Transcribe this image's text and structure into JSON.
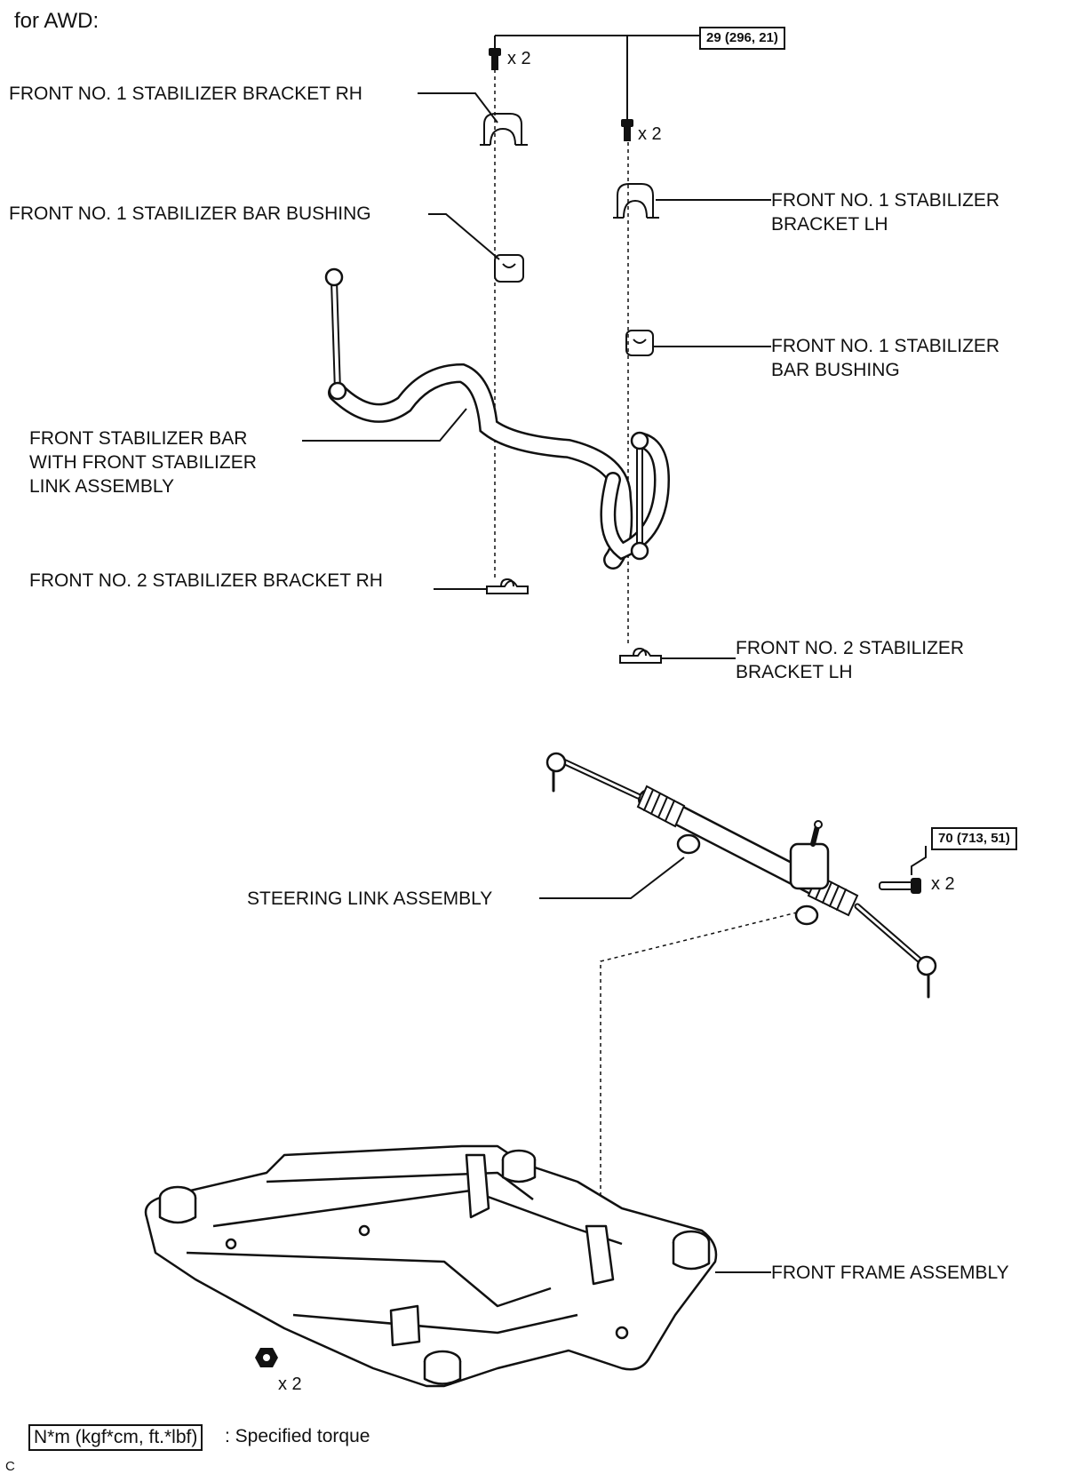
{
  "header": {
    "title": "for AWD:"
  },
  "labels": {
    "bracket1_rh": "FRONT NO. 1 STABILIZER BRACKET RH",
    "bushing1_rh": "FRONT NO. 1 STABILIZER BAR BUSHING",
    "bracket1_lh": "FRONT NO. 1 STABILIZER\nBRACKET LH",
    "bushing1_lh": "FRONT NO. 1 STABILIZER\nBAR BUSHING",
    "stab_bar": "FRONT STABILIZER BAR\nWITH FRONT STABILIZER\nLINK ASSEMBLY",
    "bracket2_rh": "FRONT NO. 2 STABILIZER BRACKET RH",
    "bracket2_lh": "FRONT NO. 2 STABILIZER\nBRACKET LH",
    "steering": "STEERING LINK ASSEMBLY",
    "frame": "FRONT FRAME ASSEMBLY"
  },
  "quantities": {
    "bolt_a": "x 2",
    "bolt_b": "x 2",
    "bolt_steer": "x 2",
    "nut_frame": "x 2"
  },
  "torques": {
    "stabilizer_bracket": "29 (296, 21)",
    "steering_link": "70 (713, 51)"
  },
  "legend": {
    "box": "N*m (kgf*cm, ft.*lbf)",
    "text": ": Specified torque"
  },
  "footer": {
    "code": "C"
  }
}
